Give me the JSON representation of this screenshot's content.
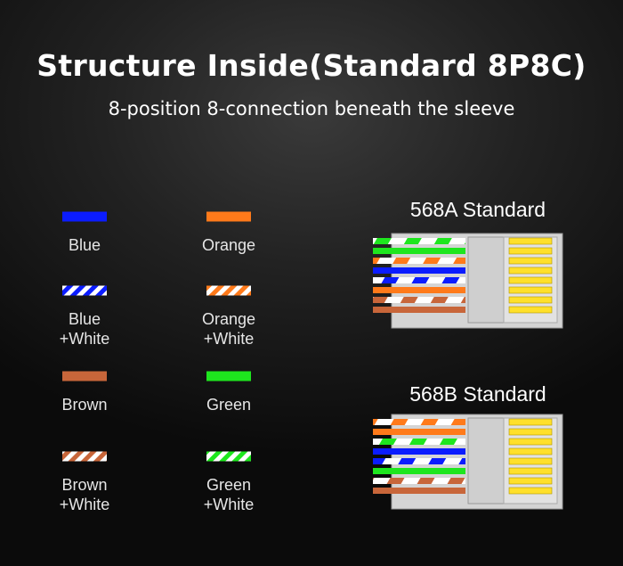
{
  "header": {
    "title": "Structure Inside(Standard 8P8C)",
    "subtitle": "8-position 8-connection beneath the sleeve"
  },
  "colors": {
    "blue": "#0b1cff",
    "orange": "#ff7a1a",
    "brown": "#c8663a",
    "green": "#1ee61e",
    "white": "#ffffff",
    "gold": "#ffe02a",
    "plug": "#d4d4d4"
  },
  "legend": [
    {
      "key": "blue",
      "label": "Blue",
      "striped": false
    },
    {
      "key": "orange",
      "label": "Orange",
      "striped": false
    },
    {
      "key": "blue",
      "label": "Blue\n+White",
      "striped": true
    },
    {
      "key": "orange",
      "label": "Orange\n+White",
      "striped": true
    },
    {
      "key": "brown",
      "label": "Brown",
      "striped": false
    },
    {
      "key": "green",
      "label": "Green",
      "striped": false
    },
    {
      "key": "brown",
      "label": "Brown\n+White",
      "striped": true
    },
    {
      "key": "green",
      "label": "Green\n+White",
      "striped": true
    }
  ],
  "standards": [
    {
      "title": "568A Standard",
      "wires": [
        {
          "color": "green",
          "striped": true
        },
        {
          "color": "green",
          "striped": false
        },
        {
          "color": "orange",
          "striped": true
        },
        {
          "color": "blue",
          "striped": false
        },
        {
          "color": "blue",
          "striped": true
        },
        {
          "color": "orange",
          "striped": false
        },
        {
          "color": "brown",
          "striped": true
        },
        {
          "color": "brown",
          "striped": false
        }
      ]
    },
    {
      "title": "568B Standard",
      "wires": [
        {
          "color": "orange",
          "striped": true
        },
        {
          "color": "orange",
          "striped": false
        },
        {
          "color": "green",
          "striped": true
        },
        {
          "color": "blue",
          "striped": false
        },
        {
          "color": "blue",
          "striped": true
        },
        {
          "color": "green",
          "striped": false
        },
        {
          "color": "brown",
          "striped": true
        },
        {
          "color": "brown",
          "striped": false
        }
      ]
    }
  ]
}
